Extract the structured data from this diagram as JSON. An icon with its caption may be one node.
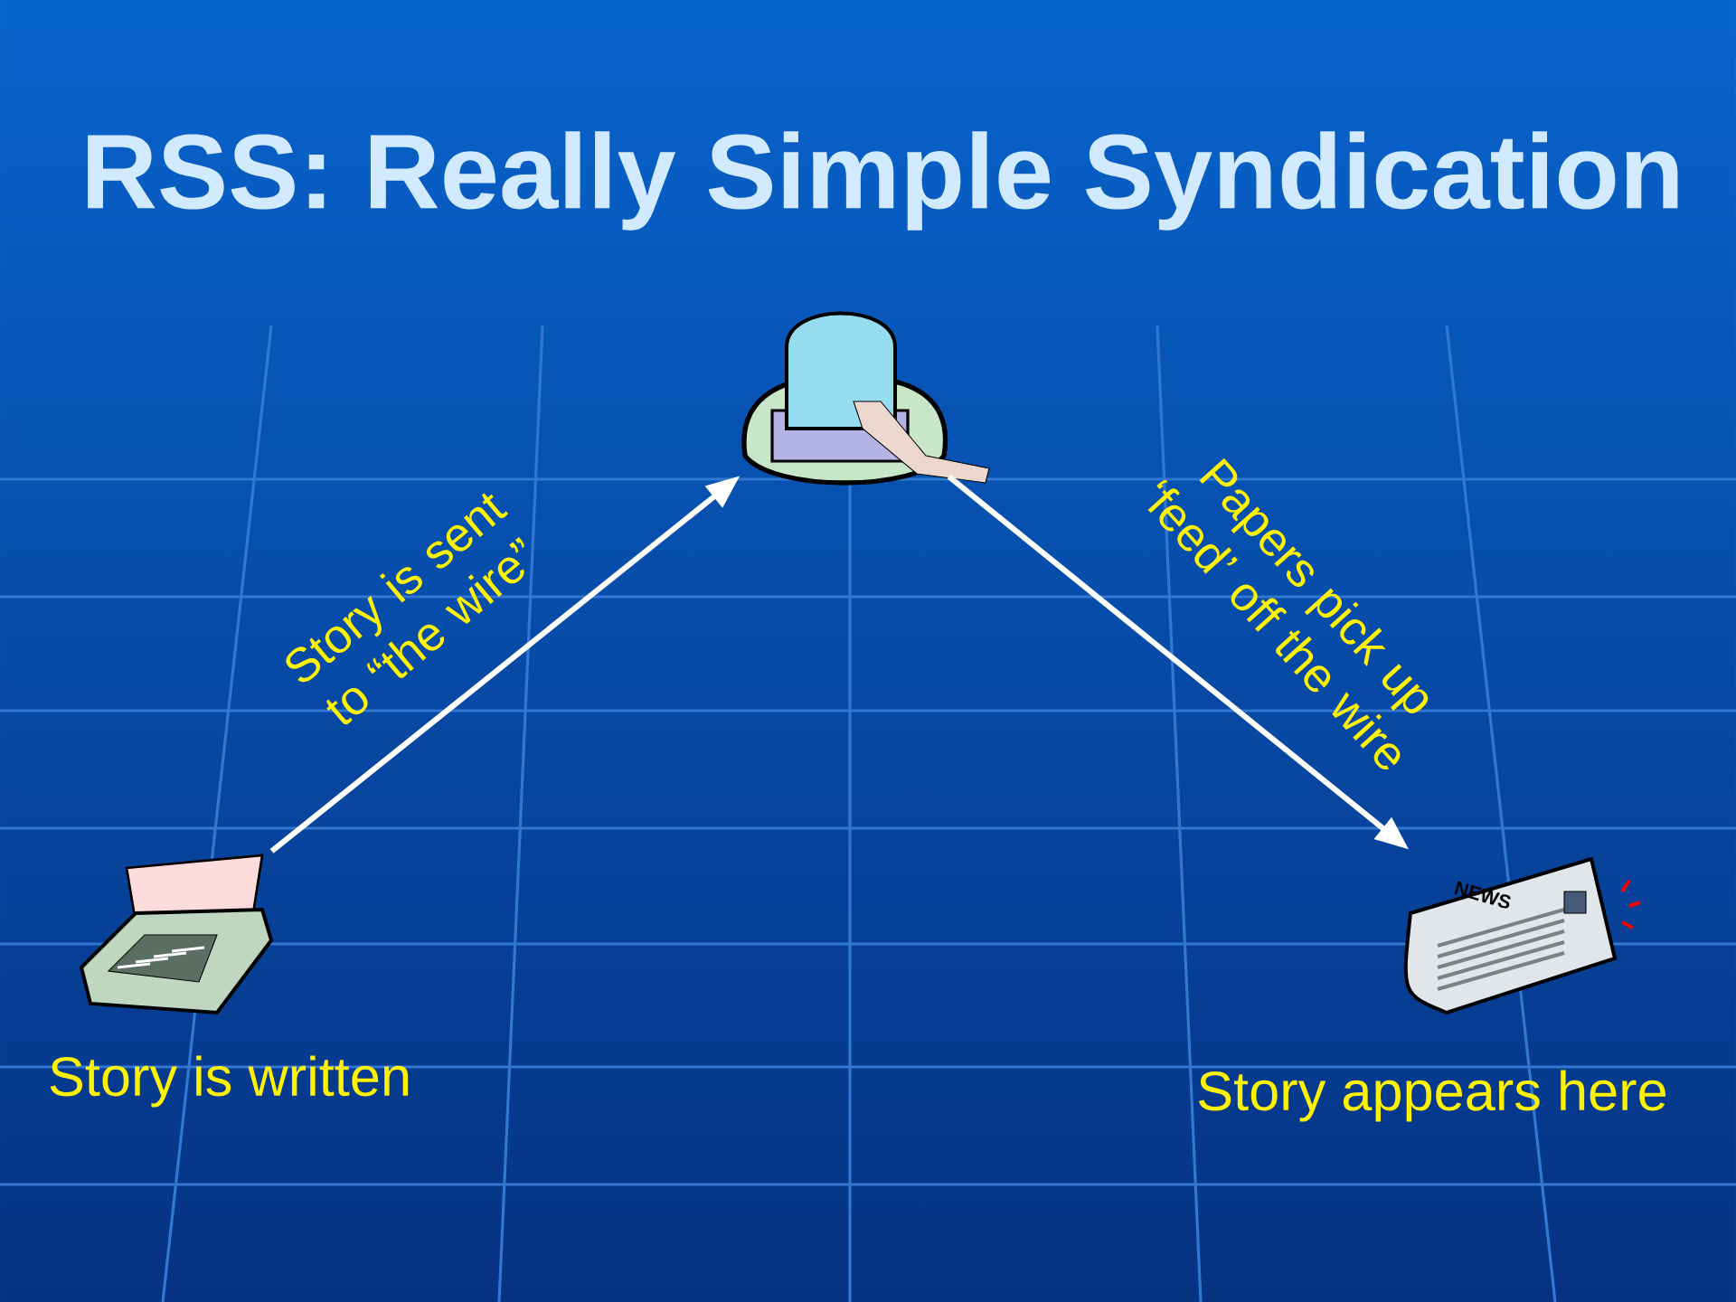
{
  "diagram": {
    "title": "RSS: Really Simple Syndication",
    "nodes": [
      {
        "text": [],
        "shape": "picture",
        "beside": [
          "Story is written"
        ]
      },
      {
        "text": [],
        "shape": "picture"
      },
      {
        "text": [],
        "shape": "picture",
        "beside": [
          "Story appears here"
        ]
      }
    ],
    "edges": [
      {
        "from": 0,
        "to": 1,
        "arrow": "to",
        "label": "Story is sent to “the wire”"
      },
      {
        "from": 1,
        "to": 2,
        "arrow": "to",
        "label": "Papers pick up ‘feed’ off the wire"
      }
    ],
    "labels": [
      "NEWS"
    ]
  }
}
